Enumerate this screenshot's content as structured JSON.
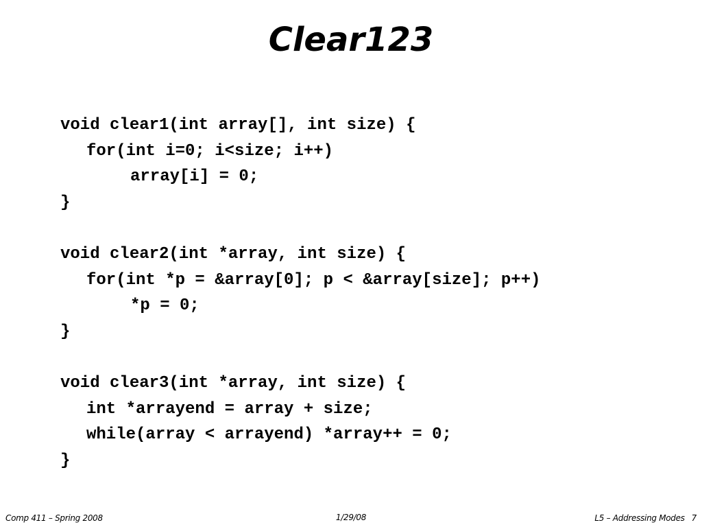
{
  "slide": {
    "title": "Clear123",
    "code_lines": [
      {
        "indent": 0,
        "text": "void clear1(int array[], int size) {"
      },
      {
        "indent": 1,
        "text": "for(int i=0; i<size; i++)"
      },
      {
        "indent": 2,
        "text": "array[i] = 0;"
      },
      {
        "indent": 0,
        "text": "}"
      },
      {
        "indent": 0,
        "text": ""
      },
      {
        "indent": 0,
        "text": "void clear2(int *array, int size) {"
      },
      {
        "indent": 1,
        "text": "for(int *p = &array[0]; p < &array[size]; p++)"
      },
      {
        "indent": 2,
        "text": "*p = 0;"
      },
      {
        "indent": 0,
        "text": "}"
      },
      {
        "indent": 0,
        "text": ""
      },
      {
        "indent": 0,
        "text": "void clear3(int *array, int size) {"
      },
      {
        "indent": 1,
        "text": "int *arrayend = array + size;"
      },
      {
        "indent": 1,
        "text": "while(array < arrayend) *array++ = 0;"
      },
      {
        "indent": 0,
        "text": "}"
      }
    ]
  },
  "footer": {
    "left": "Comp 411 – Spring 2008",
    "center": "1/29/08",
    "right": "L5 – Addressing Modes",
    "page_number": "7"
  }
}
